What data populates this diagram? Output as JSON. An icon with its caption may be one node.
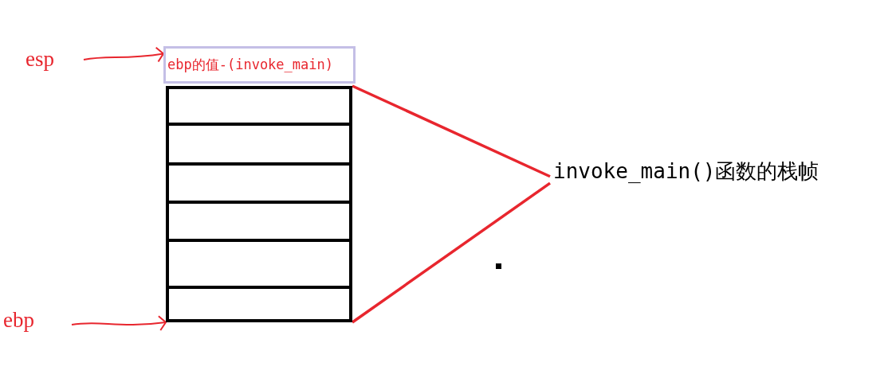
{
  "diagram": {
    "nodes": [
      {
        "text": [
          "esp"
        ]
      },
      {
        "text": [
          "ebp的值-(invoke_main)"
        ]
      },
      {
        "text": [],
        "shape": "box"
      },
      {
        "text": [],
        "shape": "box"
      },
      {
        "text": [],
        "shape": "box"
      },
      {
        "text": [],
        "shape": "box"
      },
      {
        "text": [],
        "shape": "box"
      },
      {
        "text": [],
        "shape": "box"
      },
      {
        "text": [
          "ebp"
        ]
      },
      {
        "text": [
          "invoke_main()函数的栈帧"
        ]
      }
    ],
    "edges": [
      {
        "from": 0,
        "to": 1,
        "arrow": "to"
      },
      {
        "from": 8,
        "to": 7,
        "arrow": "to"
      },
      {
        "from": 9,
        "to": 2,
        "arrow": "none"
      },
      {
        "from": 9,
        "to": 7,
        "arrow": "none"
      }
    ]
  }
}
